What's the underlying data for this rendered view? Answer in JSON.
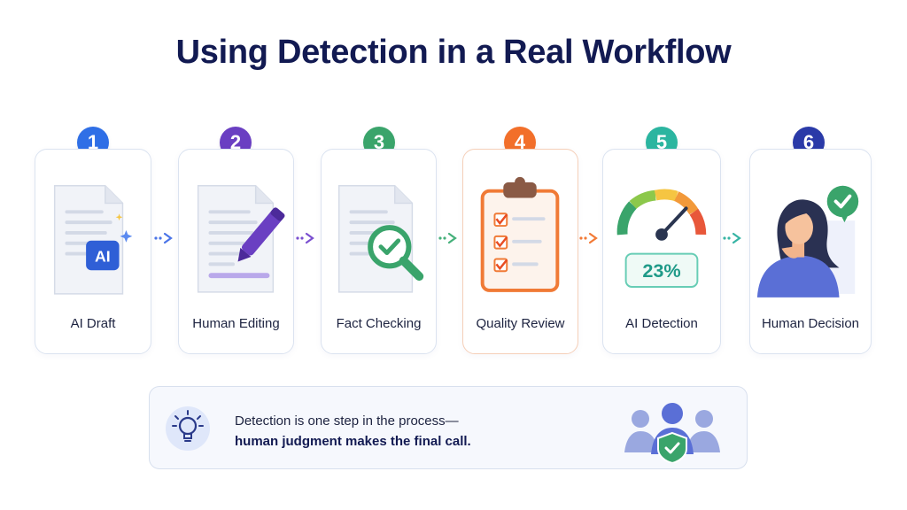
{
  "title": "Using Detection in a Real Workflow",
  "steps": [
    {
      "number": "1",
      "label": "AI Draft",
      "color": "#2f6fe6",
      "icon": "ai-document-icon",
      "icon_text": "AI"
    },
    {
      "number": "2",
      "label": "Human Editing",
      "color": "#6a3fc2",
      "icon": "document-pen-icon"
    },
    {
      "number": "3",
      "label": "Fact Checking",
      "color": "#3aa46b",
      "icon": "document-magnifier-check-icon"
    },
    {
      "number": "4",
      "label": "Quality Review",
      "color": "#f26f2a",
      "icon": "clipboard-checklist-icon"
    },
    {
      "number": "5",
      "label": "AI Detection",
      "color": "#2bb5a0",
      "icon": "gauge-icon",
      "gauge_value": "23%"
    },
    {
      "number": "6",
      "label": "Human Decision",
      "color": "#2a3aa8",
      "icon": "thinking-person-check-icon"
    }
  ],
  "note": {
    "line1": "Detection is one step in the process—",
    "line2": "human judgment makes the final call.",
    "left_icon": "lightbulb-icon",
    "right_icon": "team-shield-check-icon"
  }
}
